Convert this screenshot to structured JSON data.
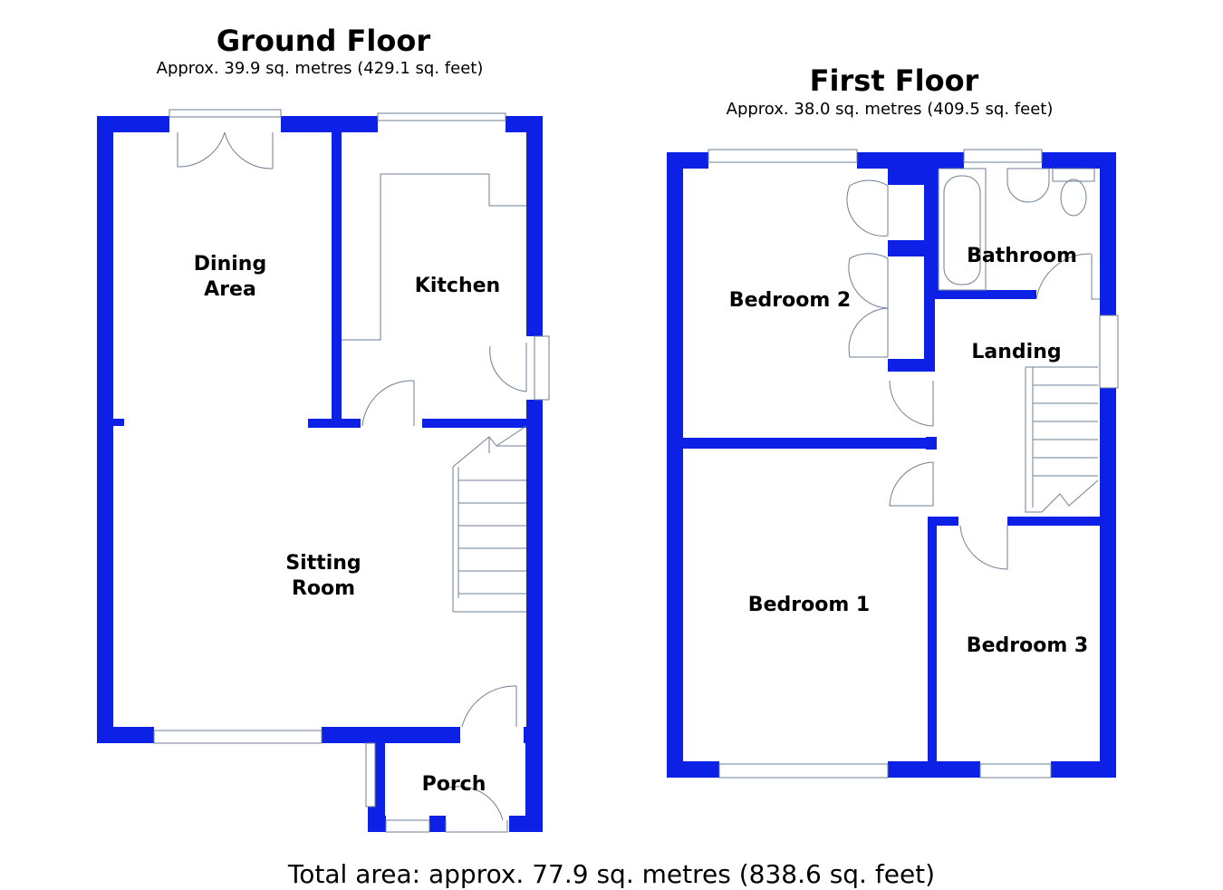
{
  "ground_floor": {
    "title": "Ground Floor",
    "area": "Approx. 39.9 sq. metres (429.1 sq. feet)",
    "rooms": {
      "dining_line1": "Dining",
      "dining_line2": "Area",
      "kitchen": "Kitchen",
      "sitting_line1": "Sitting",
      "sitting_line2": "Room",
      "porch": "Porch"
    }
  },
  "first_floor": {
    "title": "First Floor",
    "area": "Approx. 38.0 sq. metres (409.5 sq. feet)",
    "rooms": {
      "bedroom2": "Bedroom 2",
      "bathroom": "Bathroom",
      "landing": "Landing",
      "bedroom1": "Bedroom 1",
      "bedroom3": "Bedroom 3"
    }
  },
  "total_area": "Total area: approx. 77.9 sq. metres (838.6 sq. feet)",
  "colors": {
    "walls": "#0d21e6",
    "fixtures": "#6f7f95"
  }
}
